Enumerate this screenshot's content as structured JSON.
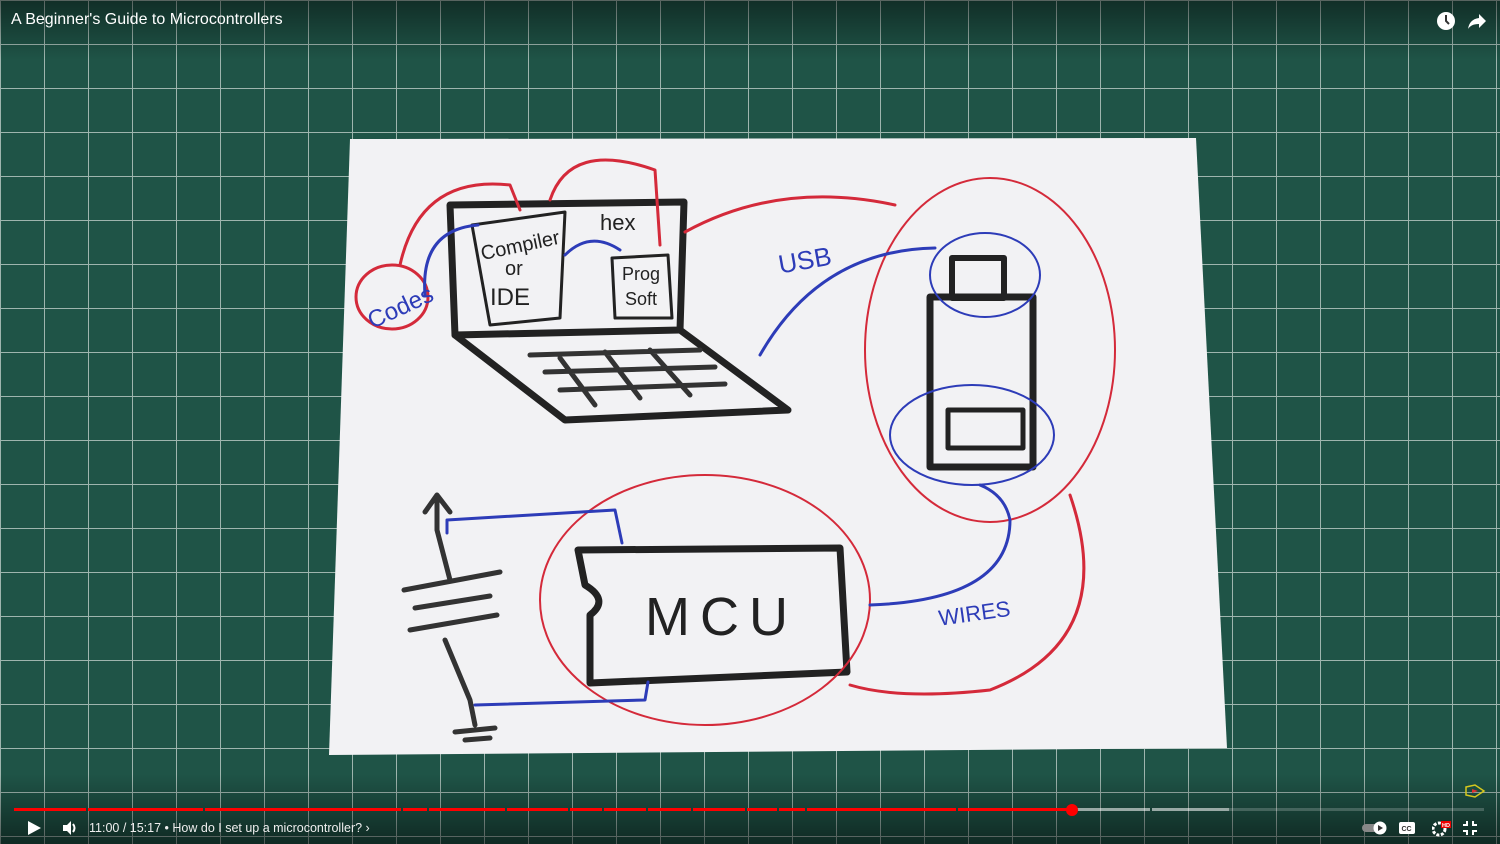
{
  "header": {
    "title": "A Beginner's Guide to Microcontrollers",
    "watch_later_icon": "clock-icon",
    "share_icon": "share-arrow-icon"
  },
  "player": {
    "current_time": "11:00",
    "duration": "15:17",
    "separator": " / ",
    "chapter_title": "How do I set up a microcontroller?",
    "chapter_chevron": "›",
    "progress_fraction": 0.719,
    "buffered_fraction": 0.826,
    "chapter_starts": [
      0,
      0.05,
      0.13,
      0.264,
      0.282,
      0.335,
      0.378,
      0.401,
      0.431,
      0.461,
      0.498,
      0.52,
      0.539,
      0.641,
      0.773
    ],
    "accent": "#ff0000"
  },
  "drawing": {
    "codes": "Codes",
    "compiler": "Compiler",
    "or": "or",
    "ide": "IDE",
    "hex": "hex",
    "prog": "Prog",
    "soft": "Soft",
    "usb": "USB",
    "mcu": "MCU",
    "wires": "WIRES"
  }
}
